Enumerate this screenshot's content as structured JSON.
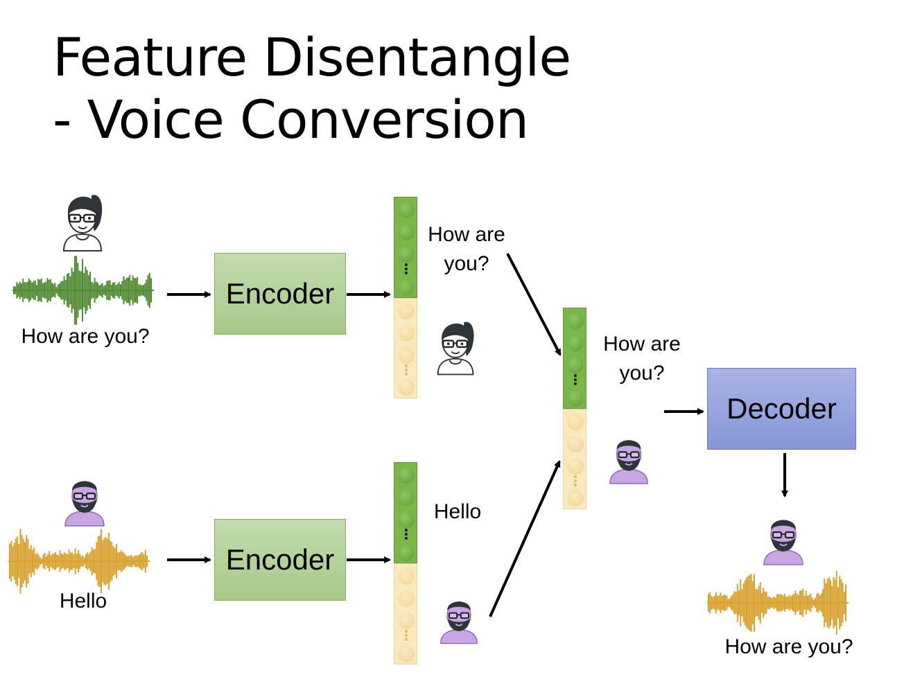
{
  "title": {
    "line1": "Feature Disentangle",
    "line2": "- Voice Conversion"
  },
  "top": {
    "audio_caption": "How are you?",
    "encoder_label": "Encoder",
    "content_caption_line1": "How are",
    "content_caption_line2": "you?"
  },
  "bottom": {
    "audio_caption": "Hello",
    "encoder_label": "Encoder",
    "content_caption": "Hello"
  },
  "merged": {
    "content_caption_line1": "How are",
    "content_caption_line2": "you?"
  },
  "decoder": {
    "label": "Decoder",
    "output_caption": "How are you?"
  },
  "icons": {
    "speaker_a": "woman-with-glasses-avatar-icon",
    "speaker_b": "bearded-man-with-glasses-avatar-icon",
    "waveform": "audio-waveform-icon"
  },
  "colors": {
    "speaker_a_wave": "#4f8a33",
    "speaker_b_wave": "#d9a22e",
    "encoder_fill": "#a9cc8c",
    "decoder_fill": "#8e9fda",
    "content_vector": "#7ab648",
    "speaker_vector": "#f9e9bf"
  }
}
